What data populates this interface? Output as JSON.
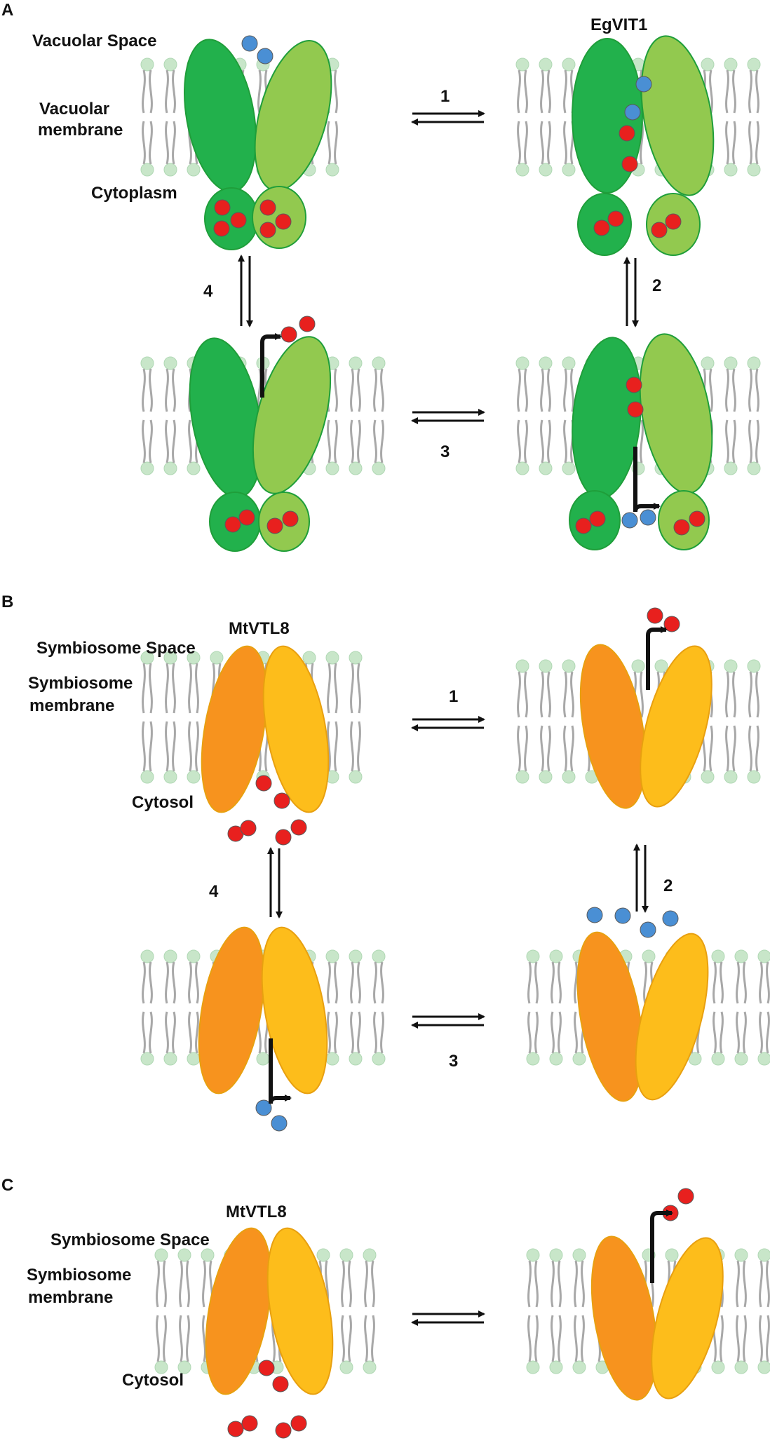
{
  "panels": {
    "A": {
      "letter": "A",
      "protein": "EgVIT1",
      "space_label": "Vacuolar Space",
      "membrane_label_1": "Vacuolar",
      "membrane_label_2": "membrane",
      "cyto_label": "Cytoplasm",
      "steps": [
        "1",
        "2",
        "3",
        "4"
      ]
    },
    "B": {
      "letter": "B",
      "protein": "MtVTL8",
      "space_label": "Symbiosome Space",
      "membrane_label_1": "Symbiosome",
      "membrane_label_2": "membrane",
      "cyto_label": "Cytosol",
      "steps": [
        "1",
        "2",
        "3",
        "4"
      ]
    },
    "C": {
      "letter": "C",
      "protein": "MtVTL8",
      "space_label": "Symbiosome Space",
      "membrane_label_1": "Symbiosome",
      "membrane_label_2": "membrane",
      "cyto_label": "Cytosol"
    }
  },
  "colors": {
    "green_dark": "#22b14c",
    "green_light": "#92c94f",
    "green_outline": "#1f9e3a",
    "orange": "#f7931e",
    "yellow": "#fdbd1b",
    "orange_outline": "#e8a010",
    "iron_ion": "#e8201e",
    "blue_ion": "#4a8fd4",
    "lipid_head": "#c8e6c9",
    "lipid_tail": "#a8a8a8"
  }
}
